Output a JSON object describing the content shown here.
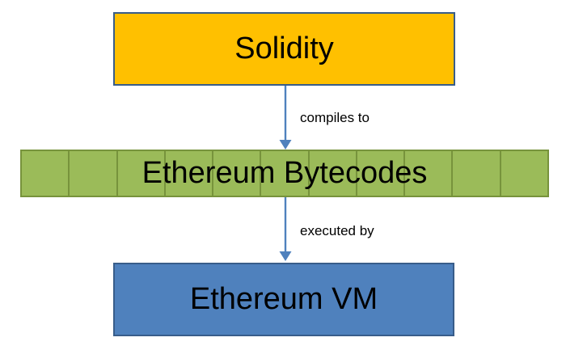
{
  "colors": {
    "background": "#FFFFFF",
    "text": "#000000",
    "solidity_fill": "#FFC000",
    "solidity_border": "#385D8A",
    "bytecodes_fill": "#9BBB59",
    "bytecodes_border": "#77933C",
    "evm_fill": "#4F81BD",
    "evm_border": "#385D8A",
    "arrow": "#4F81BD"
  },
  "diagram": {
    "type": "flow-diagram",
    "nodes": [
      {
        "id": "solidity",
        "label": "Solidity",
        "shape": "rect",
        "fill": "#FFC000"
      },
      {
        "id": "ethereum-bytecodes",
        "label": "Ethereum Bytecodes",
        "shape": "segmented-bar",
        "segments": 11,
        "fill": "#9BBB59"
      },
      {
        "id": "ethereum-vm",
        "label": "Ethereum VM",
        "shape": "rect",
        "fill": "#4F81BD"
      }
    ],
    "edges": [
      {
        "from": "solidity",
        "to": "ethereum-bytecodes",
        "label": "compiles to",
        "direction": "down"
      },
      {
        "from": "ethereum-bytecodes",
        "to": "ethereum-vm",
        "label": "executed by",
        "direction": "down"
      }
    ]
  }
}
